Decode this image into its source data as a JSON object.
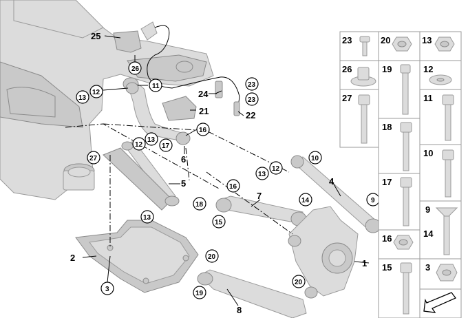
{
  "diagram": {
    "callouts": {
      "c1": "1",
      "c2": "2",
      "c3": "3",
      "c4": "4",
      "c5": "5",
      "c6": "6",
      "c7": "7",
      "c8": "8",
      "c9": "9",
      "c10": "10",
      "c11": "11",
      "c12a": "12",
      "c12b": "12",
      "c12c": "12",
      "c13a": "13",
      "c13b": "13",
      "c13c": "13",
      "c13d": "13",
      "c14": "14",
      "c15": "15",
      "c16a": "16",
      "c16b": "16",
      "c17": "17",
      "c18": "18",
      "c19": "19",
      "c20a": "20",
      "c20b": "20",
      "c21": "21",
      "c22": "22",
      "c23a": "23",
      "c23b": "23",
      "c24": "24",
      "c25": "25",
      "c26": "26",
      "c27": "27"
    }
  },
  "fastener_table": {
    "labels": {
      "t23": "23",
      "t20": "20",
      "t13": "13",
      "t26": "26",
      "t19": "19",
      "t12": "12",
      "t27": "27",
      "t11": "11",
      "t18": "18",
      "t10": "10",
      "t17": "17",
      "t9": "9",
      "t14": "14",
      "t16": "16",
      "t15": "15",
      "t3": "3"
    }
  }
}
